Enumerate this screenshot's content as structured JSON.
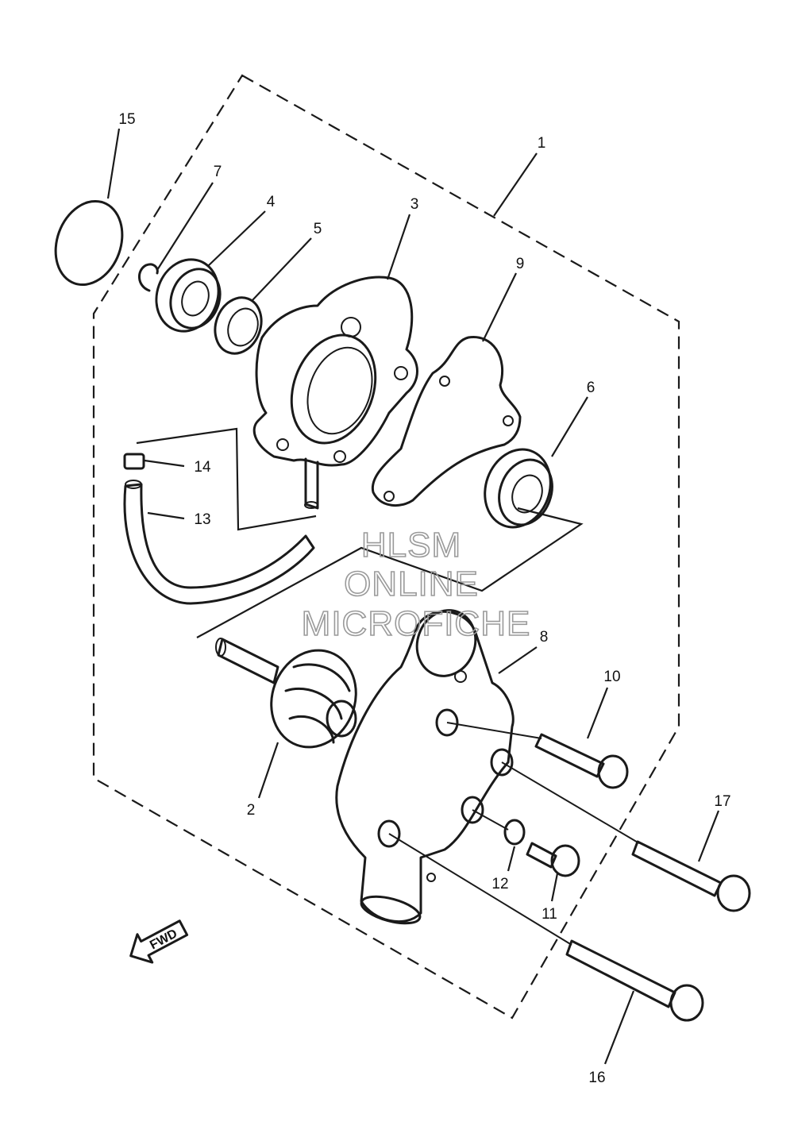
{
  "callouts": {
    "c1": "1",
    "c2": "2",
    "c3": "3",
    "c4": "4",
    "c5": "5",
    "c6": "6",
    "c7": "7",
    "c8": "8",
    "c9": "9",
    "c10": "10",
    "c11": "11",
    "c12": "12",
    "c13": "13",
    "c14": "14",
    "c15": "15",
    "c16": "16",
    "c17": "17"
  },
  "watermark": {
    "line1": "HLSM",
    "line2": "ONLINE",
    "line3": "MICROFICHE"
  },
  "direction_arrow": {
    "label": "FWD",
    "icon": "forward-arrow-icon"
  }
}
